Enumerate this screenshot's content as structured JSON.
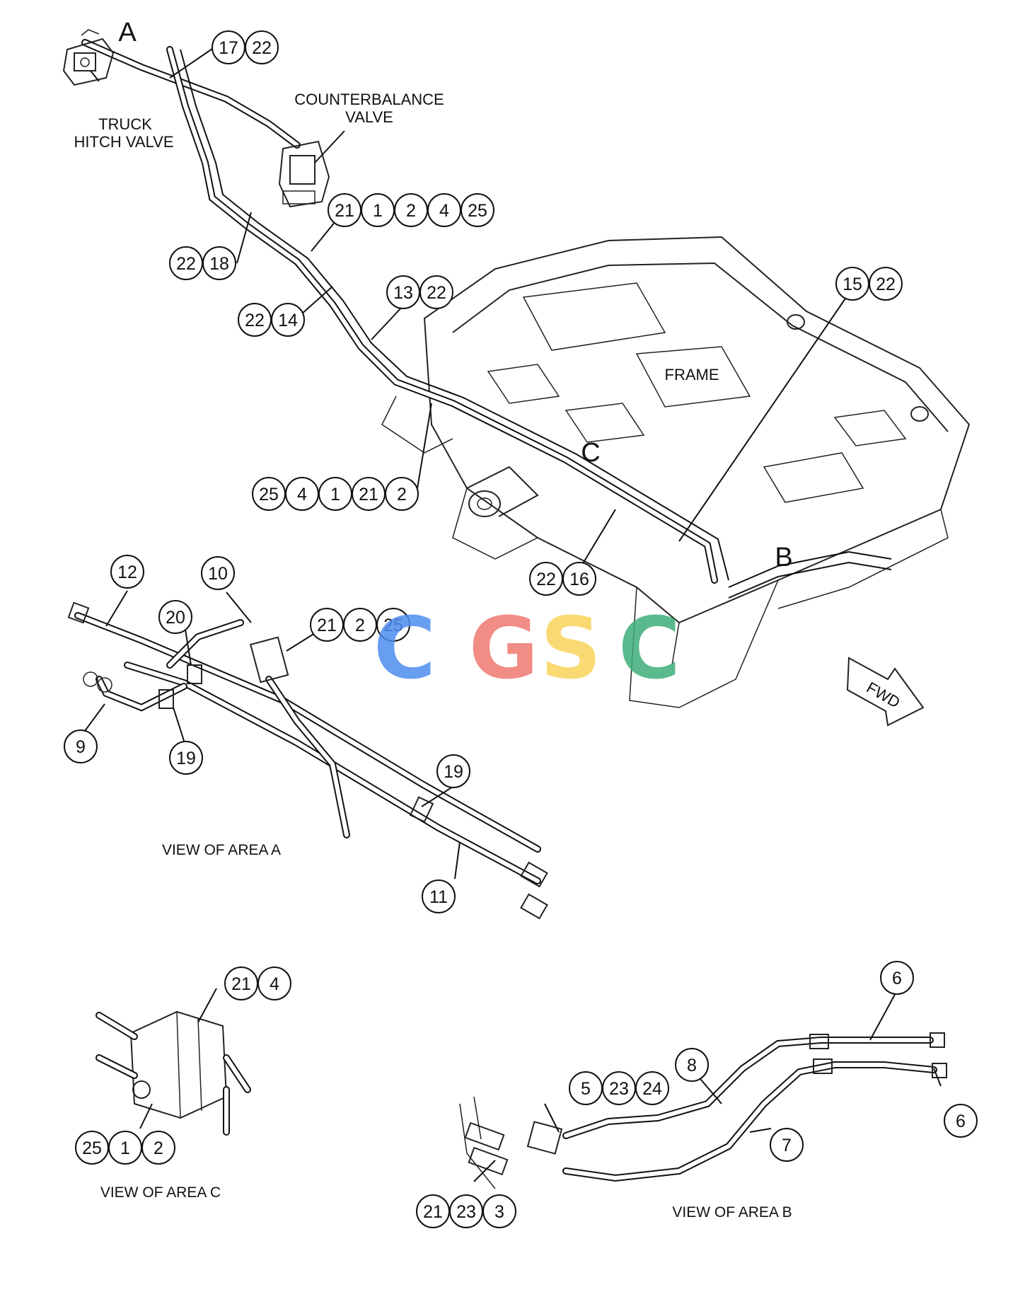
{
  "labels": {
    "area_a": "A",
    "area_b": "B",
    "area_c": "C",
    "truck_hitch_valve_line1": "TRUCK",
    "truck_hitch_valve_line2": "HITCH VALVE",
    "counterbalance_line1": "COUNTERBALANCE",
    "counterbalance_line2": "VALVE",
    "frame": "FRAME",
    "fwd": "FWD",
    "view_area_a": "VIEW OF AREA A",
    "view_area_b": "VIEW OF AREA B",
    "view_area_c": "VIEW OF AREA C"
  },
  "watermark": {
    "letters": [
      "C",
      "G",
      "S",
      "C"
    ],
    "colors": [
      "#4d8ef0",
      "#ef7a70",
      "#f8d35a",
      "#3fae7a"
    ]
  },
  "callouts": {
    "g1": [
      "17",
      "22"
    ],
    "g2": [
      "21",
      "1",
      "2",
      "4",
      "25"
    ],
    "g3": [
      "22",
      "18"
    ],
    "g4": [
      "13",
      "22"
    ],
    "g5": [
      "22",
      "14"
    ],
    "g6": [
      "15",
      "22"
    ],
    "g7": [
      "25",
      "4",
      "1",
      "21",
      "2"
    ],
    "g8": [
      "22",
      "16"
    ],
    "g9": [
      "12"
    ],
    "g10": [
      "10"
    ],
    "g11": [
      "20"
    ],
    "g12": [
      "21",
      "2",
      "25"
    ],
    "g13": [
      "9"
    ],
    "g14": [
      "19"
    ],
    "g15": [
      "19"
    ],
    "g16": [
      "11"
    ],
    "g17": [
      "21",
      "4"
    ],
    "g18": [
      "25",
      "1",
      "2"
    ],
    "g19": [
      "6"
    ],
    "g20": [
      "8"
    ],
    "g21": [
      "5",
      "23",
      "24"
    ],
    "g22": [
      "6"
    ],
    "g23": [
      "7"
    ],
    "g24": [
      "21",
      "23",
      "3"
    ]
  }
}
